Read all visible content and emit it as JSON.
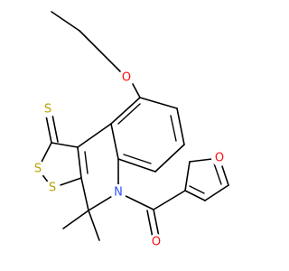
{
  "molecule": {
    "atoms": {
      "o_ethoxy": {
        "symbol": "O",
        "color": "#ff0d0d"
      },
      "s_thione": {
        "symbol": "S",
        "color": "#b8a000"
      },
      "s_ring_upper": {
        "symbol": "S",
        "color": "#b8a000"
      },
      "s_ring_lower": {
        "symbol": "S",
        "color": "#b8a000"
      },
      "n_ring": {
        "symbol": "N",
        "color": "#3050f8"
      },
      "o_furan": {
        "symbol": "O",
        "color": "#ff0d0d"
      },
      "o_carbonyl": {
        "symbol": "O",
        "color": "#ff0d0d"
      }
    }
  }
}
